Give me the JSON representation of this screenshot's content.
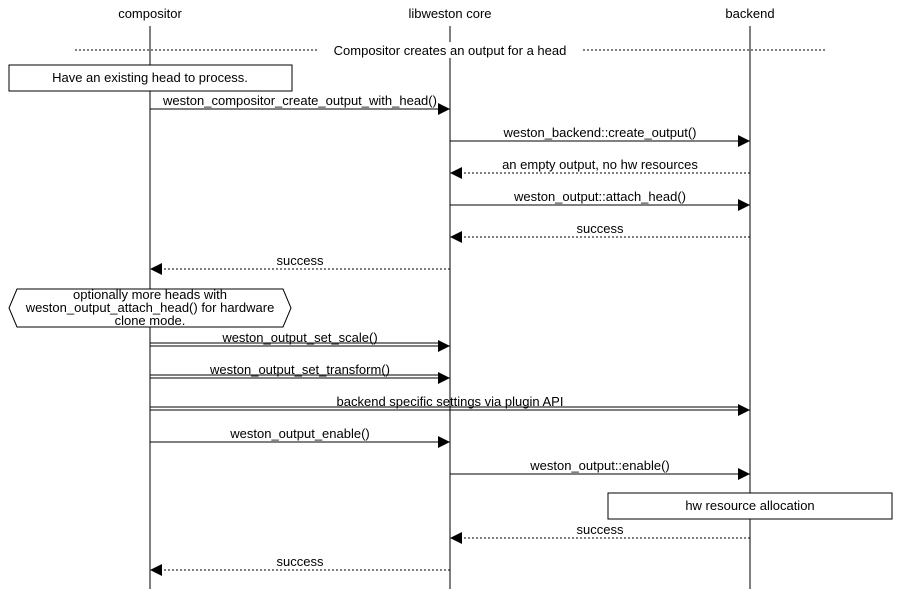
{
  "participants": {
    "compositor": "compositor",
    "core": "libweston core",
    "backend": "backend"
  },
  "divider": {
    "label": "Compositor creates an output for a head"
  },
  "notes": {
    "existing_head": "Have an existing head to process.",
    "more_heads": [
      "optionally more heads with",
      "weston_output_attach_head() for hardware",
      "clone mode."
    ],
    "hw_alloc": "hw resource allocation"
  },
  "messages": [
    {
      "label": "weston_compositor_create_output_with_head()",
      "from": "compositor",
      "to": "core",
      "style": "solid"
    },
    {
      "label": "weston_backend::create_output()",
      "from": "core",
      "to": "backend",
      "style": "solid"
    },
    {
      "label": "an empty output, no hw resources",
      "from": "backend",
      "to": "core",
      "style": "dashed"
    },
    {
      "label": "weston_output::attach_head()",
      "from": "core",
      "to": "backend",
      "style": "solid"
    },
    {
      "label": "success",
      "from": "backend",
      "to": "core",
      "style": "dashed"
    },
    {
      "label": "success",
      "from": "core",
      "to": "compositor",
      "style": "dashed"
    },
    {
      "label": "weston_output_set_scale()",
      "from": "compositor",
      "to": "core",
      "style": "double"
    },
    {
      "label": "weston_output_set_transform()",
      "from": "compositor",
      "to": "core",
      "style": "double"
    },
    {
      "label": "backend specific settings via plugin API",
      "from": "compositor",
      "to": "backend",
      "style": "double"
    },
    {
      "label": "weston_output_enable()",
      "from": "compositor",
      "to": "core",
      "style": "solid"
    },
    {
      "label": "weston_output::enable()",
      "from": "core",
      "to": "backend",
      "style": "solid"
    },
    {
      "label": "success",
      "from": "backend",
      "to": "core",
      "style": "dashed"
    },
    {
      "label": "success",
      "from": "core",
      "to": "compositor",
      "style": "dashed"
    }
  ]
}
